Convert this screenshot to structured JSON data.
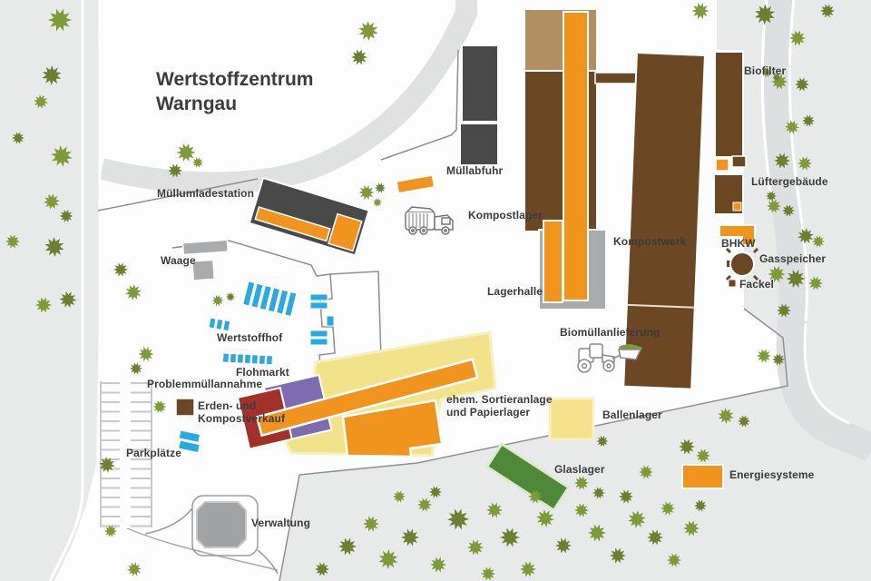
{
  "title": {
    "line1": "Wertstoffzentrum",
    "line2": "Warngau"
  },
  "labels": {
    "muellumladestation": "Müllumladestation",
    "waage": "Waage",
    "muellabfuhr": "Müllabfuhr",
    "kompostlager": "Kompostlager",
    "kompostwerk": "Kompostwerk",
    "biofilter": "Biofilter",
    "lueftergebaeude": "Lüftergebäude",
    "bhkw": "BHKW",
    "gasspeicher": "Gasspeicher",
    "fackel": "Fackel",
    "lagerhalle": "Lagerhalle",
    "biomuellanlieferung": "Biomüllanlieferung",
    "wertstoffhof": "Wertstoffhof",
    "flohmarkt": "Flohmarkt",
    "problemmuellannahme": "Problemmüllannahme",
    "erden_line1": "Erden- und",
    "erden_line2": "Kompostverkauf",
    "parkplaetze": "Parkplätze",
    "verwaltung": "Verwaltung",
    "sortieranlage_line1": "ehem. Sortieranlage",
    "sortieranlage_line2": "und Papierlager",
    "ballenlager": "Ballenlager",
    "glaslager": "Glaslager"
  },
  "legend": {
    "energiesysteme": "Energiesysteme"
  },
  "colors": {
    "energiesysteme_orange": "#f0941d",
    "compost_brown": "#6b4724",
    "tan": "#b28f63",
    "dark_gray_building": "#494949",
    "mid_gray_building": "#a9abad",
    "container_blue": "#2aa9e1",
    "problemmuell_red": "#a33129",
    "flohmarkt_purple": "#7e6cb0",
    "sortieranlage_pale_yellow": "#f2e28a",
    "ballenlager_yellow": "#f4e38c",
    "glaslager_green": "#4f8839",
    "tree_olive": "#7f9b39",
    "tree_dark_olive": "#6d8030",
    "background": "#e8e9e9",
    "site_white": "#fdfdfe",
    "label_text": "#3b3b3a"
  }
}
